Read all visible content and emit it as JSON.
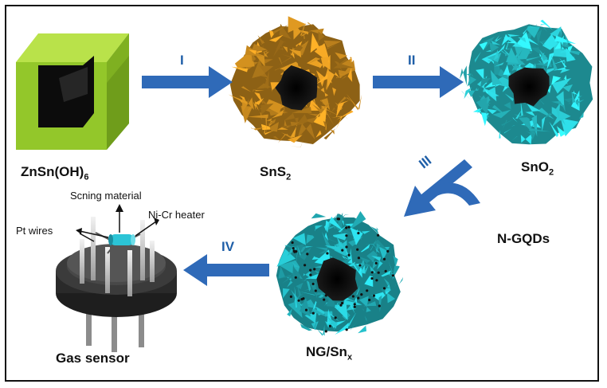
{
  "colors": {
    "arrow": "#2f6ab8",
    "hydroxide": "#93c72a",
    "sns2": "#c98a1e",
    "sno2": "#29c4cc",
    "ngsn": "#24b8c2",
    "cavity": "#0a0a0a",
    "sensor": "#2a2a2a"
  },
  "labels": {
    "precursor_main": "ZnSn(OH)",
    "precursor_sub": "6",
    "sns2_main": "SnS",
    "sns2_sub": "2",
    "sno2_main": "SnO",
    "sno2_sub": "2",
    "ngqds": "N-GQDs",
    "ngsn_main": "NG/Sn",
    "ngsn_sub": "x",
    "sensor": "Gas sensor"
  },
  "steps": {
    "i": "I",
    "ii": "II",
    "iii": "III",
    "iv": "IV"
  },
  "sensor_parts": {
    "sensing": "Scning material",
    "heater": "Ni-Cr heater",
    "wires": "Pt wires"
  }
}
